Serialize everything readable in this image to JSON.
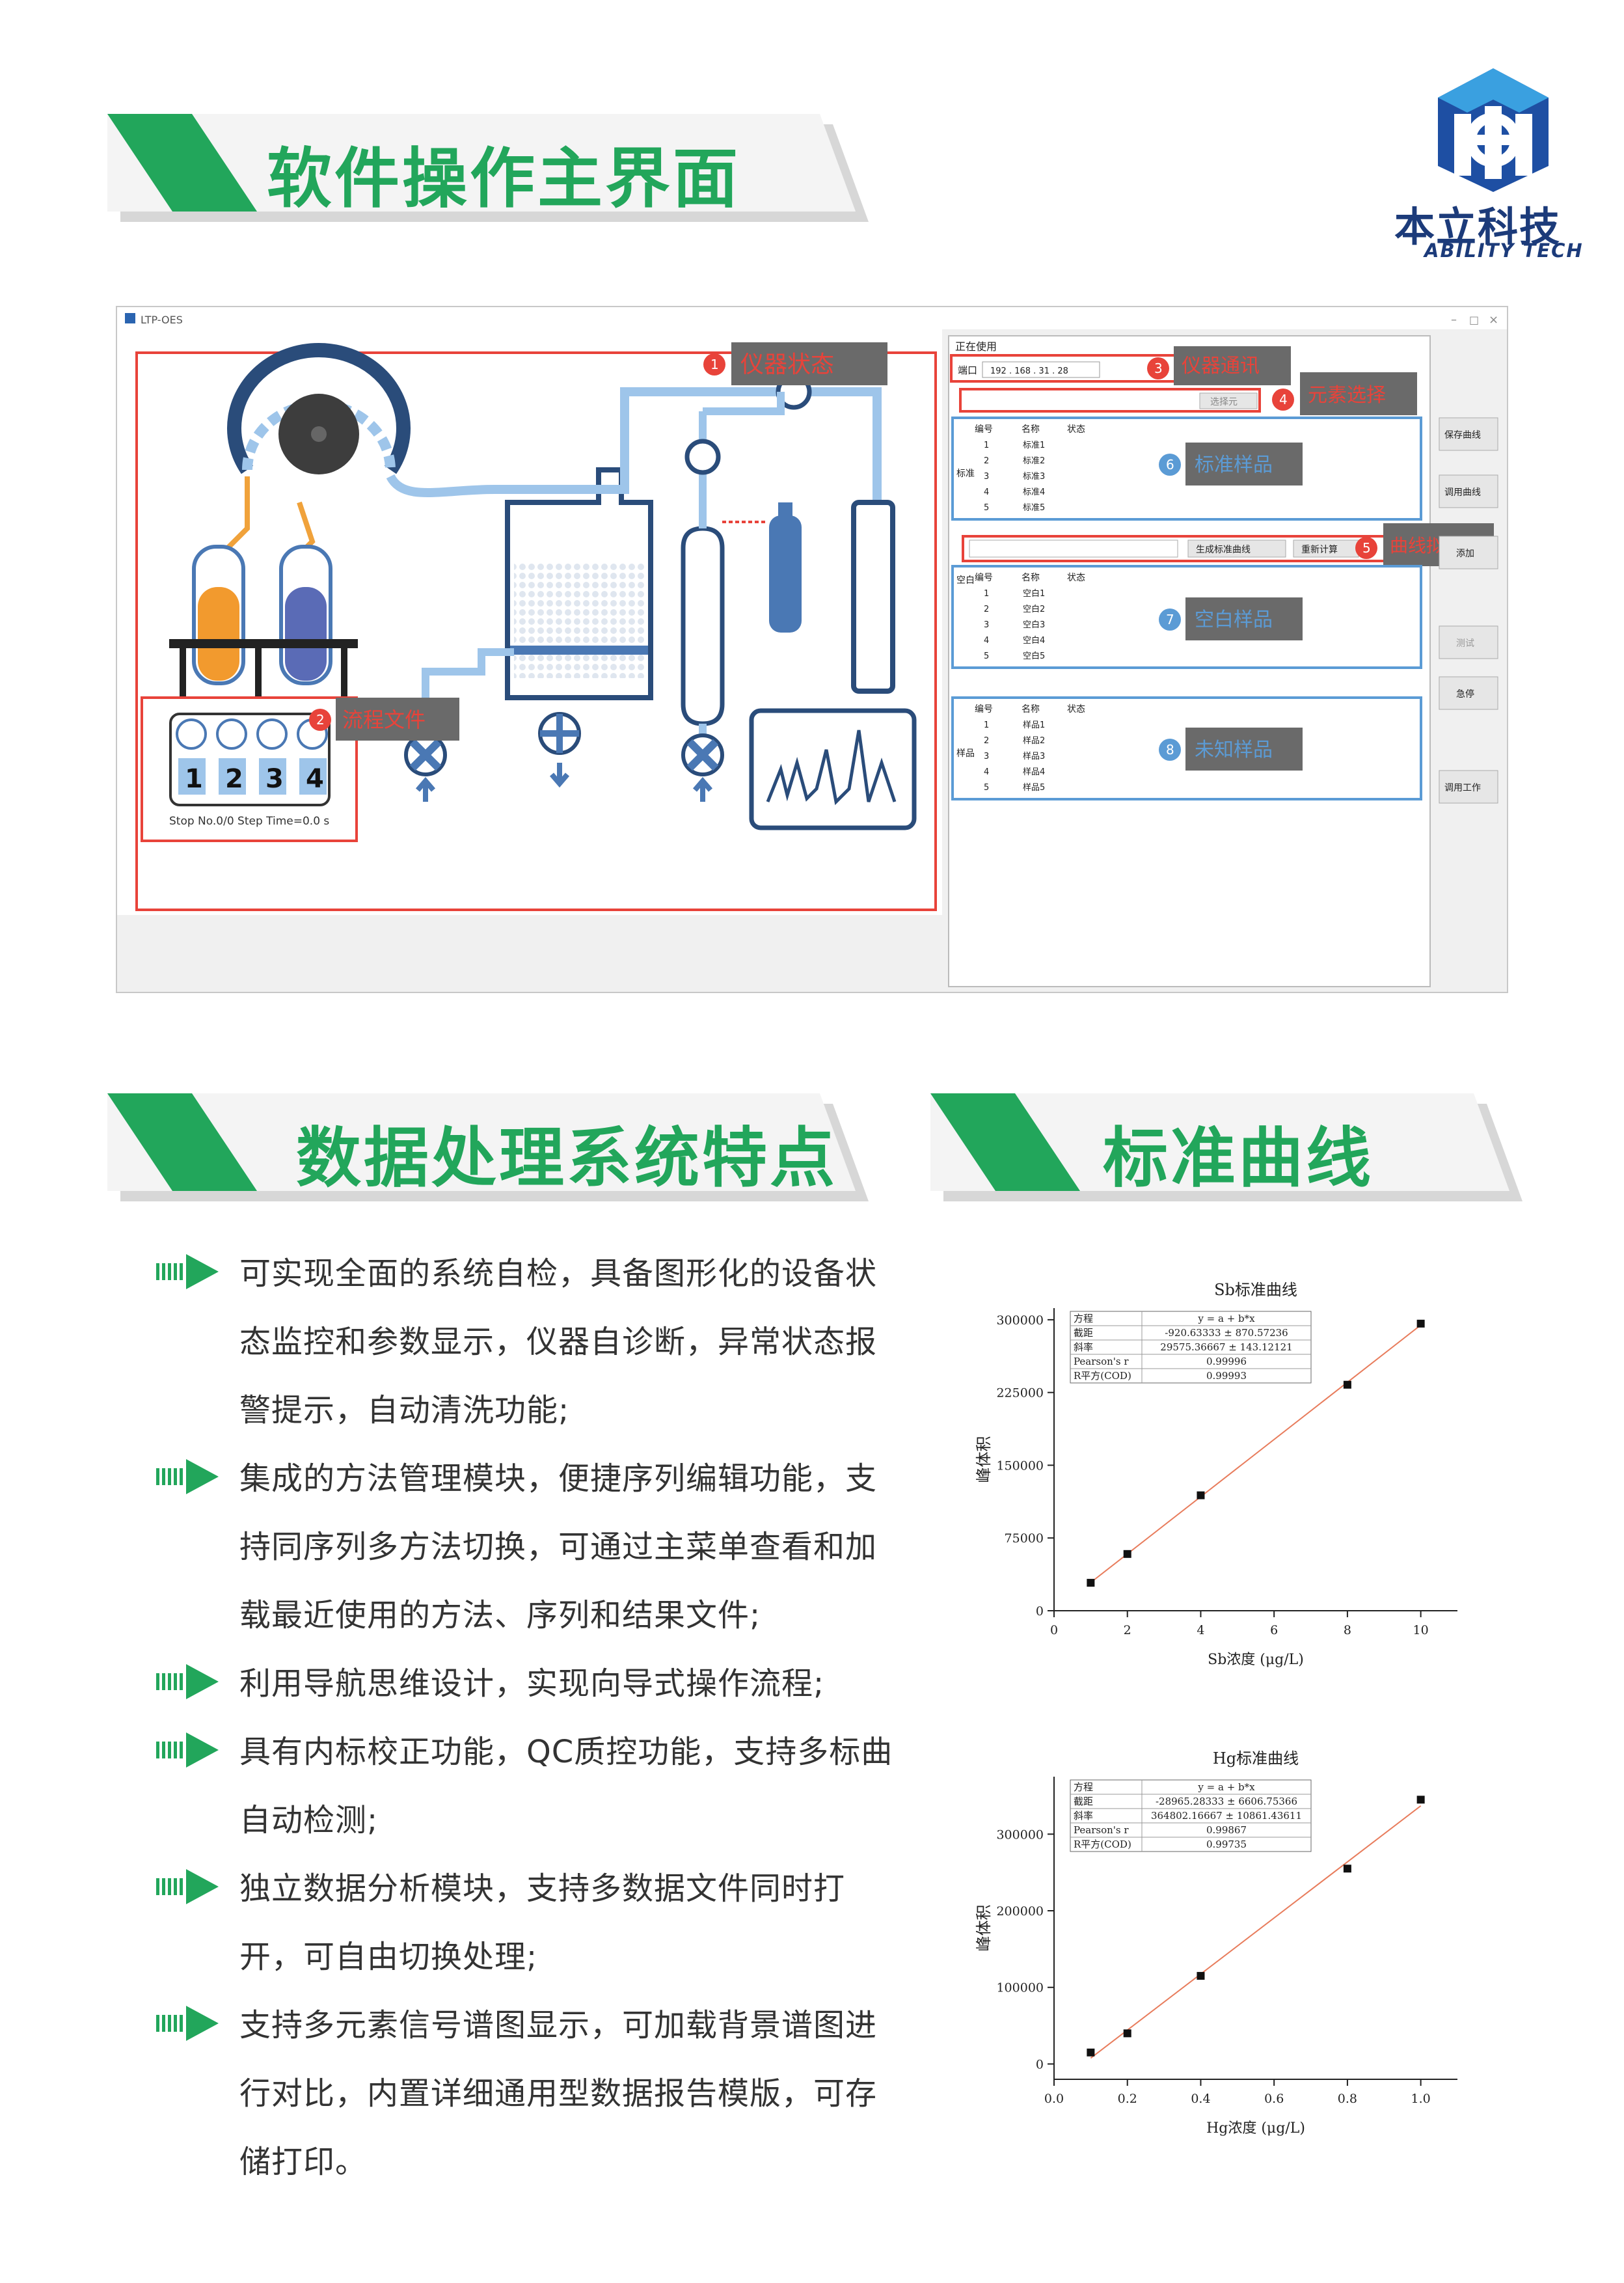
{
  "sections": {
    "main_ui": "软件操作主界面",
    "features": "数据处理系统特点",
    "curves": "标准曲线"
  },
  "logo": {
    "cn": "本立科技",
    "en": "ABILITY TECH"
  },
  "app": {
    "window_title": "LTP-OES",
    "callouts": [
      "仪器状态",
      "流程文件",
      "仪器通讯",
      "元素选择",
      "标准样品",
      "曲线拟合",
      "空白样品",
      "未知样品"
    ],
    "numbers": [
      "1",
      "2",
      "3",
      "4",
      "5",
      "6",
      "7",
      "8"
    ],
    "steps": [
      "1",
      "2",
      "3",
      "4"
    ],
    "status_line": "Stop  No.0/0 Step   Time=0.0 s",
    "in_use": "正在使用",
    "port_label": "端口",
    "ip": "192 . 168 . 31 . 28",
    "select_element": "选择元",
    "col_id": "编号",
    "col_name": "名称",
    "col_status": "状态",
    "std_label": "标准",
    "blank_label": "空白",
    "sample_label": "样品",
    "std_items": [
      "标准1",
      "标准2",
      "标准3",
      "标准4",
      "标准5"
    ],
    "blank_items": [
      "空白1",
      "空白2",
      "空白3",
      "空白4",
      "空白5"
    ],
    "sample_items": [
      "样品1",
      "样品2",
      "样品3",
      "样品4",
      "样品5"
    ],
    "row_ids": [
      "1",
      "2",
      "3",
      "4",
      "5"
    ],
    "gen_curve": "生成标准曲线",
    "recalc": "重新计算",
    "side_buttons": [
      "保存曲线",
      "调用曲线",
      "添加",
      "测试",
      "急停",
      "调用工作"
    ]
  },
  "features": [
    "可实现全面的系统自检，具备图形化的设备状态监控和参数显示，仪器自诊断，异常状态报警提示，自动清洗功能;",
    "集成的方法管理模块，便捷序列编辑功能，支持同序列多方法切换，可通过主菜单查看和加载最近使用的方法、序列和结果文件;",
    "利用导航思维设计，实现向导式操作流程;",
    "具有内标校正功能，QC质控功能，支持多标曲自动检测;",
    "独立数据分析模块，支持多数据文件同时打开，可自由切换处理;",
    "支持多元素信号谱图显示，可加载背景谱图进行对比，内置详细通用型数据报告模版，可存储打印。"
  ],
  "chart_data": [
    {
      "type": "scatter",
      "title": "Sb标准曲线",
      "xlabel": "Sb浓度 (μg/L)",
      "ylabel": "峰体积",
      "x": [
        1,
        2,
        4,
        8,
        10
      ],
      "y": [
        28800,
        58500,
        119000,
        233000,
        296000
      ],
      "xlim": [
        0,
        11
      ],
      "ylim": [
        0,
        312000
      ],
      "xticks": [
        "0",
        "2",
        "4",
        "6",
        "8",
        "10"
      ],
      "xtick_values": [
        0,
        2,
        4,
        6,
        8,
        10
      ],
      "yticks": [
        "0",
        "75000",
        "150000",
        "225000",
        "300000"
      ],
      "ytick_values": [
        0,
        75000,
        150000,
        225000,
        300000
      ],
      "fit_line": true,
      "line_color": "#e87c5c",
      "stats": [
        [
          "方程",
          "y = a + b*x"
        ],
        [
          "截距",
          "-920.63333 ± 870.57236"
        ],
        [
          "斜率",
          "29575.36667 ± 143.12121"
        ],
        [
          "Pearson's r",
          "0.99996"
        ],
        [
          "R平方(COD)",
          "0.99993"
        ]
      ]
    },
    {
      "type": "scatter",
      "title": "Hg标准曲线",
      "xlabel": "Hg浓度 (μg/L)",
      "ylabel": "峰体积",
      "x": [
        0.1,
        0.2,
        0.4,
        0.8,
        1.0
      ],
      "y": [
        15000,
        40000,
        115000,
        255000,
        345000
      ],
      "xlim": [
        0,
        1.1
      ],
      "ylim": [
        -20000,
        375000
      ],
      "xticks": [
        "0.0",
        "0.2",
        "0.4",
        "0.6",
        "0.8",
        "1.0"
      ],
      "xtick_values": [
        0,
        0.2,
        0.4,
        0.6,
        0.8,
        1.0
      ],
      "yticks": [
        "0",
        "100000",
        "200000",
        "300000"
      ],
      "ytick_values": [
        0,
        100000,
        200000,
        300000
      ],
      "fit_line": true,
      "line_color": "#e87c5c",
      "stats": [
        [
          "方程",
          "y = a + b*x"
        ],
        [
          "截距",
          "-28965.28333 ± 6606.75366"
        ],
        [
          "斜率",
          "364802.16667 ± 10861.43611"
        ],
        [
          "Pearson's r",
          "0.99867"
        ],
        [
          "R平方(COD)",
          "0.99735"
        ]
      ]
    }
  ]
}
